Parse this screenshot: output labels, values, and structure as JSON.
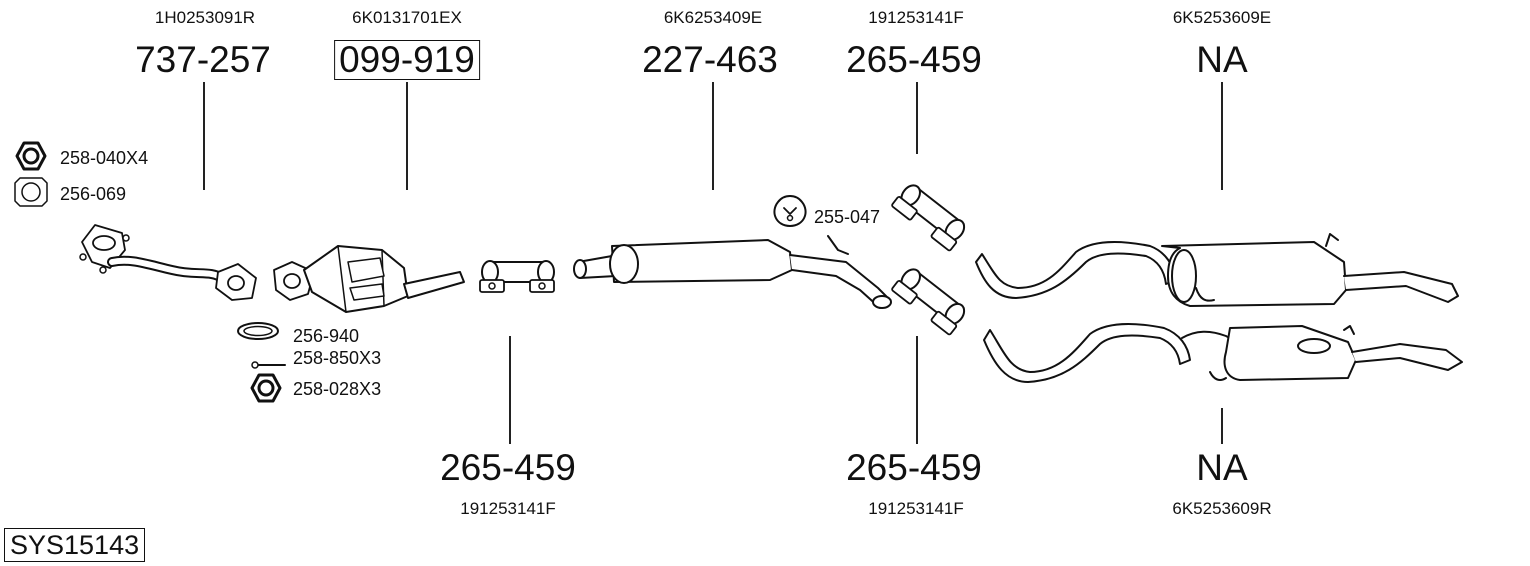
{
  "top_oem": [
    "1H0253091R",
    "6K0131701EX",
    "6K6253409E",
    "191253141F",
    "6K5253609E"
  ],
  "top_parts": [
    "737-257",
    "099-919",
    "227-463",
    "265-459",
    "NA"
  ],
  "bottom_parts": [
    "265-459",
    "265-459",
    "NA"
  ],
  "bottom_oem": [
    "191253141F",
    "191253141F",
    "6K5253609R"
  ],
  "small_parts": {
    "nut_upper": "258-040X4",
    "gasket_upper": "256-069",
    "hanger": "255-047",
    "ring_gasket": "256-940",
    "bolt": "258-850X3",
    "nut_lower": "258-028X3"
  },
  "system_code": "SYS15143",
  "icons": [
    "hex-nut-icon",
    "flange-gasket-icon",
    "ring-gasket-icon",
    "bolt-icon",
    "rubber-hanger-icon"
  ]
}
